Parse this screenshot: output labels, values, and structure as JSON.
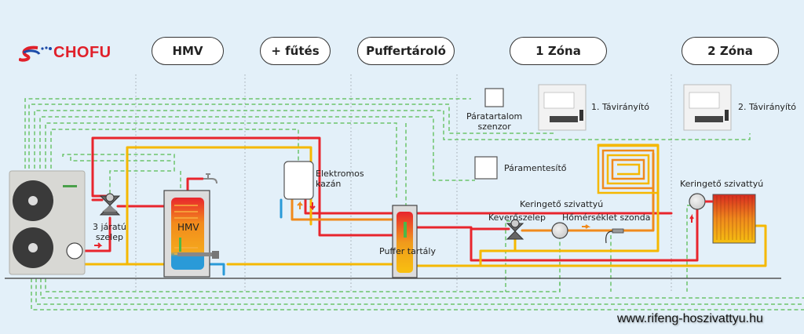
{
  "brand": {
    "name": "CHOFU",
    "color": "#e0202a"
  },
  "sections": [
    {
      "label": "HMV"
    },
    {
      "label": "+ fűtés"
    },
    {
      "label": "Puffertároló"
    },
    {
      "label": "1 Zóna"
    },
    {
      "label": "2 Zóna"
    }
  ],
  "labels": {
    "three_way_valve": "3 járatú szelep",
    "three_way_valve_line1": "3 járatú",
    "three_way_valve_line2": "szelep",
    "hmv_tank": "HMV",
    "electric_boiler_line1": "Elektromos",
    "electric_boiler_line2": "kazán",
    "buffer_tank": "Puffer tartály",
    "humidity_sensor_line1": "Páratartalom",
    "humidity_sensor_line2": "szenzor",
    "remote_1": "1. Távirányító",
    "remote_2": "2. Távirányító",
    "dehumidifier": "Páramentesítő",
    "circ_pump_zone1": "Keringető szivattyú",
    "mixing_valve": "Keverőszelep",
    "temp_probe": "Hőmérséklet szonda",
    "circ_pump_zone2": "Keringető szivattyú"
  },
  "colors": {
    "hot_pipe": "#e8252d",
    "return_pipe": "#f5b800",
    "orange_pipe": "#f08a1c",
    "cold_pipe": "#2a9ad8",
    "signal_line": "#6cc46c",
    "background": "#e3f0f9"
  },
  "footer": {
    "url": "www.rifeng-hoszivattyu.hu"
  }
}
